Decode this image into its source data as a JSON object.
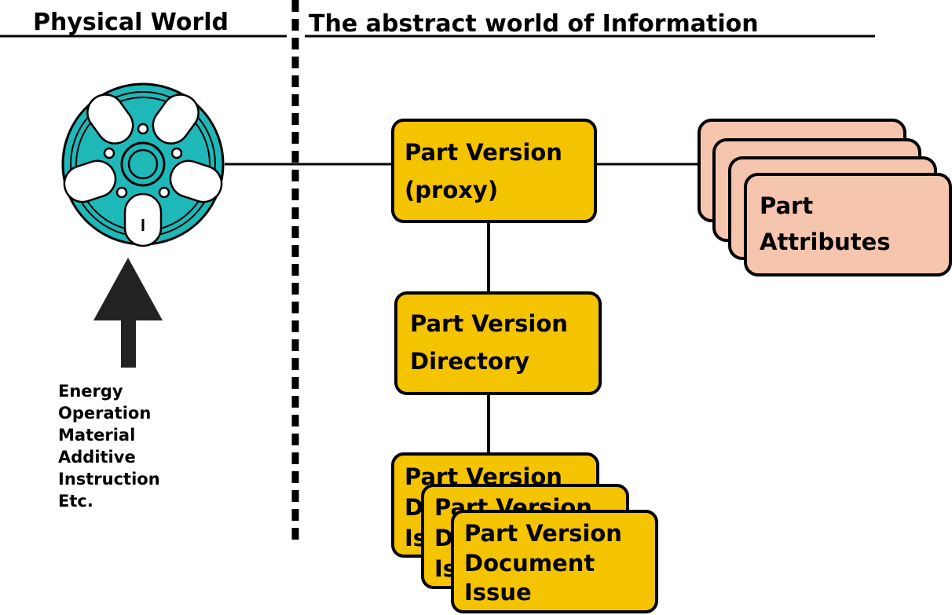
{
  "headers": {
    "physical": "Physical World",
    "abstract": "The abstract world of Information"
  },
  "proxy": {
    "line1": "Part Version",
    "line2": "(proxy)"
  },
  "attributes": {
    "line1": "Part",
    "line2": "Attributes"
  },
  "directory": {
    "line1": "Part Version",
    "line2": "Directory"
  },
  "document": {
    "back_line1": "Part Version",
    "back_line2": "D",
    "back_line3": "Is",
    "line1": "Part Version",
    "line2": "Document",
    "line3": "Issue"
  },
  "inputs": [
    "Energy",
    "Operation",
    "Material",
    "Additive",
    "Instruction",
    "Etc."
  ],
  "colors": {
    "box_yellow": "#f5c400",
    "box_pink": "#f6c5ae",
    "wheel_cyan": "#1fb8b8"
  },
  "icons": {
    "wheel": "wheel-icon",
    "arrow": "arrow-up-icon"
  }
}
